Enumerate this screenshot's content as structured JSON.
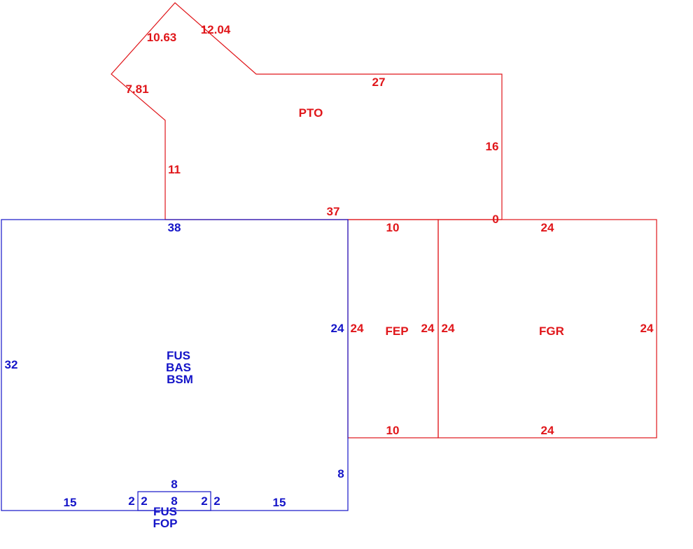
{
  "colors": {
    "red": "#e0161a",
    "blue": "#1414c8",
    "background": "#ffffff"
  },
  "areas": {
    "pto": {
      "label": "PTO",
      "dims": {
        "diag_upper_left": "10.63",
        "diag_upper_right": "12.04",
        "diag_lower_left": "7.81",
        "left_side": "11",
        "top": "27",
        "right_side": "16",
        "bottom": "37",
        "corner": "0"
      }
    },
    "main": {
      "labels": [
        "FUS",
        "BAS",
        "BSM"
      ],
      "dims": {
        "top": "38",
        "left": "32",
        "right": "24",
        "right_lower": "8",
        "bottom_left": "15",
        "bottom_right": "15"
      }
    },
    "porch": {
      "labels": [
        "FUS",
        "FOP"
      ],
      "dims": {
        "top": "8",
        "bottom_overlap": "8",
        "left_outer": "2",
        "left_inner": "2",
        "right_inner": "2",
        "right_outer": "2"
      }
    },
    "fep": {
      "label": "FEP",
      "dims": {
        "top": "10",
        "bottom": "10",
        "left": "24",
        "right": "24"
      }
    },
    "fgr": {
      "label": "FGR",
      "dims": {
        "top": "24",
        "bottom": "24",
        "left": "24",
        "right": "24"
      }
    }
  }
}
